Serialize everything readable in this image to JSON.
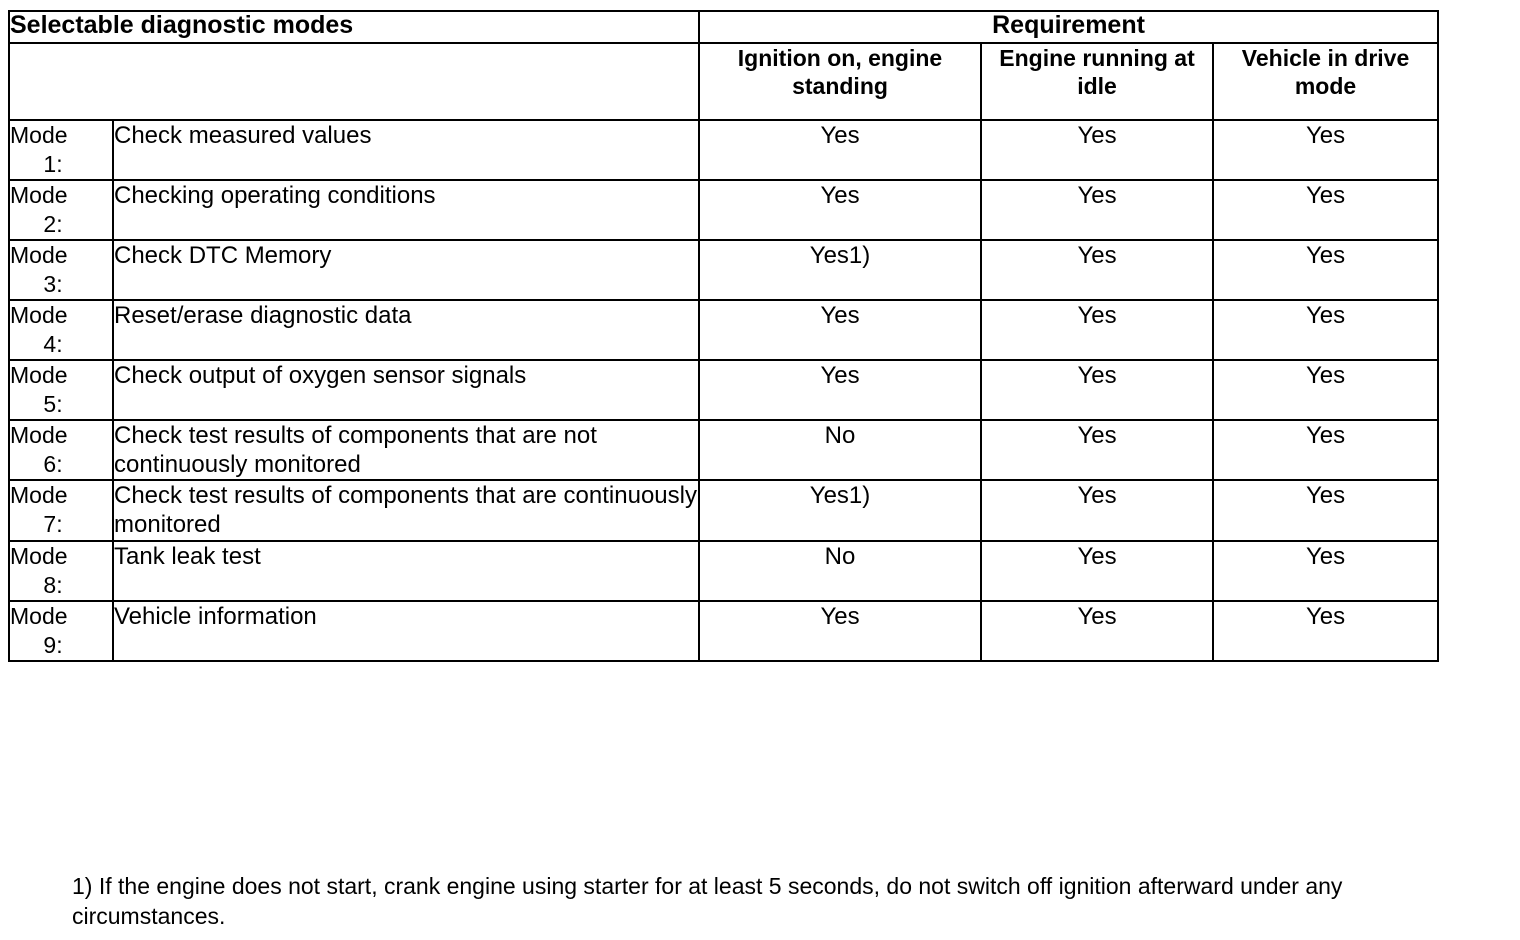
{
  "table": {
    "header": {
      "left_title": "Selectable diagnostic modes",
      "requirement_title": "Requirement",
      "columns": [
        "Ignition on, engine standing",
        "Engine running at idle",
        "Vehicle in drive mode"
      ]
    },
    "rows": [
      {
        "mode_word": "Mode",
        "mode_num": "1:",
        "description": "Check measured values",
        "ignition_on_engine_standing": "Yes",
        "engine_running_at_idle": "Yes",
        "vehicle_in_drive_mode": "Yes"
      },
      {
        "mode_word": "Mode",
        "mode_num": "2:",
        "description": "Checking operating conditions",
        "ignition_on_engine_standing": "Yes",
        "engine_running_at_idle": "Yes",
        "vehicle_in_drive_mode": "Yes"
      },
      {
        "mode_word": "Mode",
        "mode_num": "3:",
        "description": "Check DTC Memory",
        "ignition_on_engine_standing": "Yes1)",
        "engine_running_at_idle": "Yes",
        "vehicle_in_drive_mode": "Yes"
      },
      {
        "mode_word": "Mode",
        "mode_num": "4:",
        "description": "Reset/erase diagnostic data",
        "ignition_on_engine_standing": "Yes",
        "engine_running_at_idle": "Yes",
        "vehicle_in_drive_mode": "Yes"
      },
      {
        "mode_word": "Mode",
        "mode_num": "5:",
        "description": "Check output of oxygen sensor signals",
        "ignition_on_engine_standing": "Yes",
        "engine_running_at_idle": "Yes",
        "vehicle_in_drive_mode": "Yes"
      },
      {
        "mode_word": "Mode",
        "mode_num": "6:",
        "description": "Check test results of components that are not continuously monitored",
        "ignition_on_engine_standing": "No",
        "engine_running_at_idle": "Yes",
        "vehicle_in_drive_mode": "Yes"
      },
      {
        "mode_word": "Mode",
        "mode_num": "7:",
        "description": "Check test results of components that are continuously monitored",
        "ignition_on_engine_standing": "Yes1)",
        "engine_running_at_idle": "Yes",
        "vehicle_in_drive_mode": "Yes"
      },
      {
        "mode_word": "Mode",
        "mode_num": "8:",
        "description": "Tank leak test",
        "ignition_on_engine_standing": "No",
        "engine_running_at_idle": "Yes",
        "vehicle_in_drive_mode": "Yes"
      },
      {
        "mode_word": "Mode",
        "mode_num": "9:",
        "description": "Vehicle information",
        "ignition_on_engine_standing": "Yes",
        "engine_running_at_idle": "Yes",
        "vehicle_in_drive_mode": "Yes"
      }
    ]
  },
  "footnote": {
    "text": "1) If the engine does not start, crank engine using starter for at least 5 seconds, do not switch off ignition afterward under any circumstances."
  }
}
